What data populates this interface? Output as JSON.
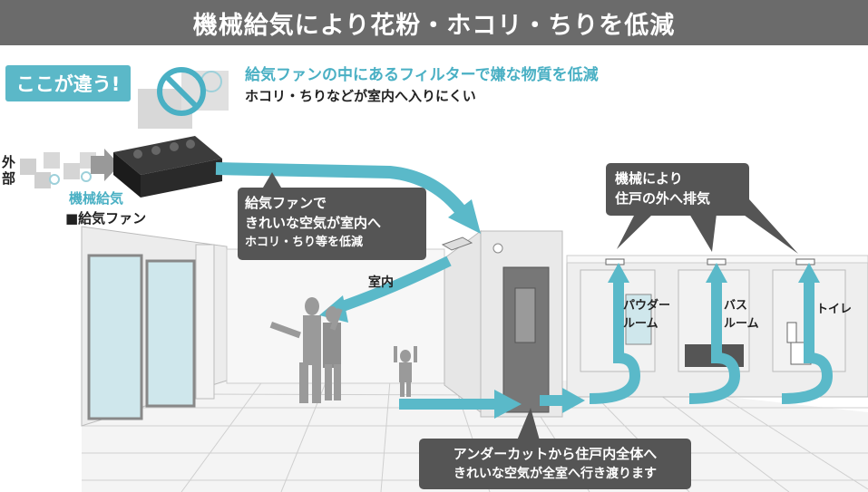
{
  "title": "機械給気により花粉・ホコリ・ちりを低減",
  "badge": "ここが違う!",
  "feature": {
    "heading": "給気ファンの中にあるフィルターで嫌な物質を低減",
    "sub": "ホコリ・ちりなどが室内へ入りにくい"
  },
  "outside_label": "外部",
  "mechanical_ventilation_label": "機械給気",
  "supply_fan_label": "■給気ファン",
  "callout_supply": {
    "line1": "給気ファンで",
    "line2": "きれいな空気が室内へ",
    "line3": "ホコリ・ちり等を低減"
  },
  "callout_exhaust": {
    "line1": "機械により",
    "line2": "住戸の外へ排気"
  },
  "callout_undercut": {
    "line1": "アンダーカットから住戸内全体へ",
    "line2": "きれいな空気が全室へ行き渡ります"
  },
  "room_label": "室内",
  "powder_room": {
    "line1": "パウダー",
    "line2": "ルーム"
  },
  "bath_room": {
    "line1": "バス",
    "line2": "ルーム"
  },
  "toilet_label": "トイレ",
  "colors": {
    "accent": "#5bb8c8",
    "arrow": "#5ab9c9",
    "dark": "#555555",
    "title_bg": "#6b6b6b"
  }
}
